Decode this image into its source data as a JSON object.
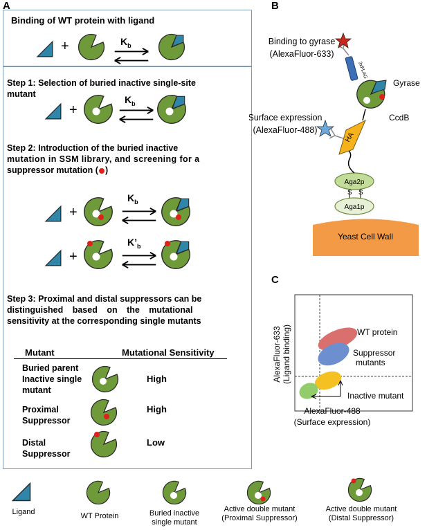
{
  "panel_labels": {
    "a": "A",
    "b": "B",
    "c": "C"
  },
  "panelA": {
    "binding_title": "Binding of WT protein with ligand",
    "kb": "K",
    "kb_sub": "b",
    "kpb": "K’",
    "plus": "+",
    "step1": "Step 1: Selection of buried inactive  single-site mutant",
    "step2_a": "Step 2: Introduction of the buried inactive",
    "step2_b": "mutation in SSM library, and screening for a",
    "step2_c": "suppressor mutation (",
    "step2_d": ")",
    "step3_a": "Step 3:  Proximal and distal suppressors can be",
    "step3_b": "distinguished based on the mutational",
    "step3_c": "sensitivity  at the corresponding single mutants",
    "table_headers": {
      "mutant": "Mutant",
      "sensitivity": "Mutational Sensitivity"
    },
    "rows": [
      {
        "name_lines": [
          "Buried parent",
          "Inactive single",
          "mutant"
        ],
        "sensitivity": "High"
      },
      {
        "name_lines": [
          "Proximal",
          "Suppressor"
        ],
        "sensitivity": "High"
      },
      {
        "name_lines": [
          "Distal",
          "Suppressor"
        ],
        "sensitivity": "Low"
      }
    ]
  },
  "panelB": {
    "binding_to_gyrase": "Binding to gyrase",
    "alexa633": "(AlexaFluor-633)",
    "flag": "3xFLAG",
    "gyrase": "Gyrase",
    "ccdb": "CcdB",
    "surface_expression": "Surface expression",
    "alexa488": "(AlexaFluor-488)",
    "ha": "HA",
    "aga2p": "Aga2p",
    "aga1p": "Aga1p",
    "s": "S",
    "cell_wall": "Yeast Cell Wall"
  },
  "panelC": {
    "ylabel_1": "AlexaFluor-633",
    "ylabel_2": "(Ligand binding)",
    "xlabel_1": "AlexaFluor-488",
    "xlabel_2": "(Surface expression)",
    "wt": "WT protein",
    "suppressor_1": "Suppressor",
    "suppressor_2": "mutants",
    "inactive": "Inactive mutant"
  },
  "legend": [
    {
      "lines": [
        "Ligand"
      ]
    },
    {
      "lines": [
        "WT Protein"
      ]
    },
    {
      "lines": [
        "Buried inactive",
        "single mutant"
      ]
    },
    {
      "lines": [
        "Active double mutant",
        "(Proximal Suppressor)"
      ]
    },
    {
      "lines": [
        "Active double mutant",
        "(Distal Suppressor)"
      ]
    }
  ],
  "colors": {
    "protein_green": "#6f9a3a",
    "ligand_blue": "#2f86a8",
    "red_dot": "#e0201b",
    "wt_cloud": "#d9706d",
    "suppressor_cloud": "#6d8fcf",
    "inactive_cloud": "#f5c021",
    "background_cloud": "#93cc6b",
    "cell_wall": "#f29a45"
  }
}
